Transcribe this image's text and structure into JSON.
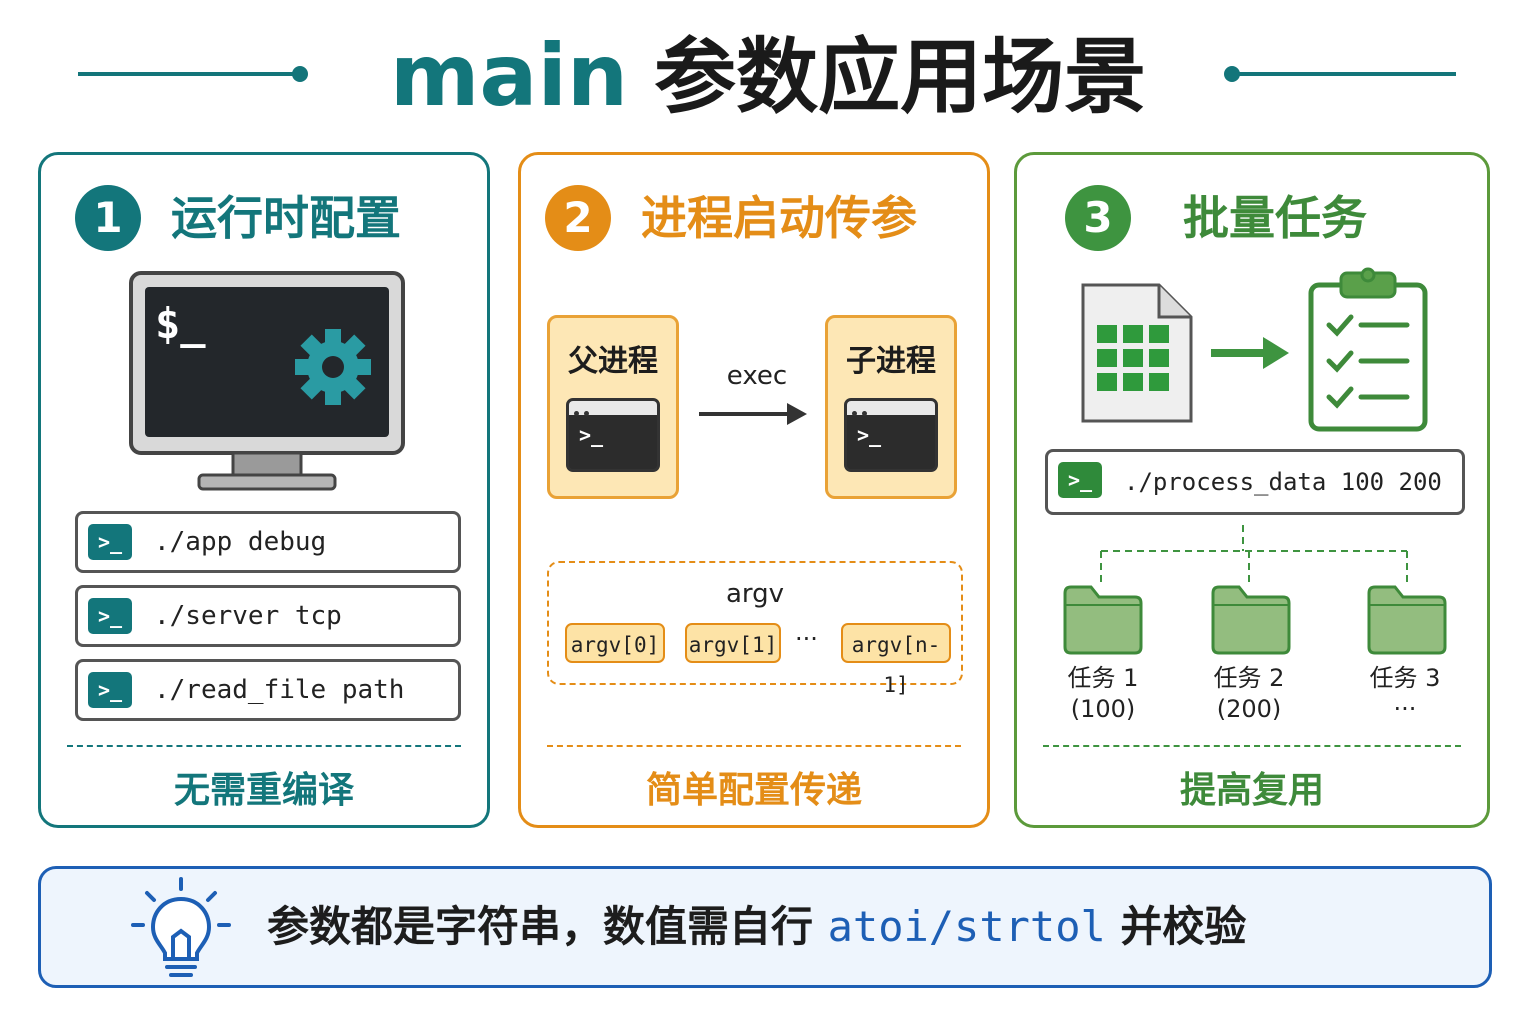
{
  "header": {
    "title_main": "main",
    "title_rest": "参数应用场景"
  },
  "panels": {
    "runtime": {
      "number": "1",
      "title": "运行时配置",
      "terminal_prompt": "$_",
      "commands": [
        "./app debug",
        "./server tcp",
        "./read_file path"
      ],
      "command_icon": ">_",
      "footer": "无需重编译",
      "color": "#13767b"
    },
    "process": {
      "number": "2",
      "title": "进程启动传参",
      "parent_label": "父进程",
      "child_label": "子进程",
      "arrow_label": "exec",
      "terminal_prompt": ">_",
      "argv_title": "argv",
      "argv_items": [
        "argv[0]",
        "argv[1]",
        "argv[n-1]"
      ],
      "argv_ellipsis": "···",
      "footer": "简单配置传递",
      "color": "#e48d17"
    },
    "batch": {
      "number": "3",
      "title": "批量任务",
      "command": "./process_data 100 200",
      "command_icon": ">_",
      "tasks": [
        {
          "name": "任务 1",
          "detail": "(100)"
        },
        {
          "name": "任务 2",
          "detail": "(200)"
        },
        {
          "name": "任务 3",
          "detail": "···"
        }
      ],
      "footer": "提高复用",
      "color": "#5c9a3b"
    }
  },
  "tip": {
    "text_before": "参数都是字符串，数值需自行 ",
    "code": "atoi/strtol",
    "text_after": " 并校验",
    "icon": "lightbulb-icon",
    "color": "#1d5fb5"
  }
}
